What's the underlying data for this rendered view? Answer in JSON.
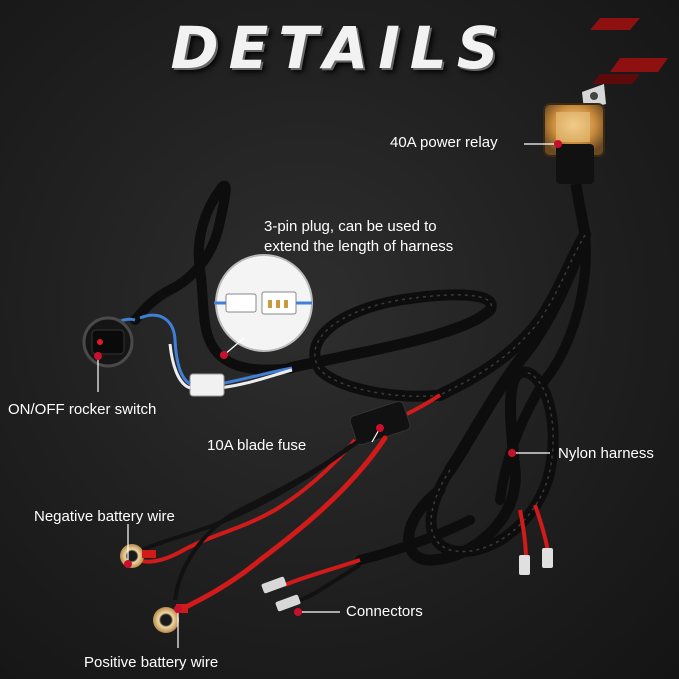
{
  "title": "DETAILS",
  "colors": {
    "accent": "#c8102e",
    "braid": "#0d0d0d",
    "wire_red": "#d11a1a",
    "wire_black": "#111111",
    "text": "#ffffff"
  },
  "labels": {
    "relay": "40A power relay",
    "plug_line1": "3-pin plug, can be used to",
    "plug_line2": "extend the length of harness",
    "switch": "ON/OFF rocker switch",
    "fuse": "10A blade fuse",
    "nylon": "Nylon harness",
    "negative": "Negative battery wire",
    "connectors": "Connectors",
    "positive": "Positive battery wire"
  }
}
